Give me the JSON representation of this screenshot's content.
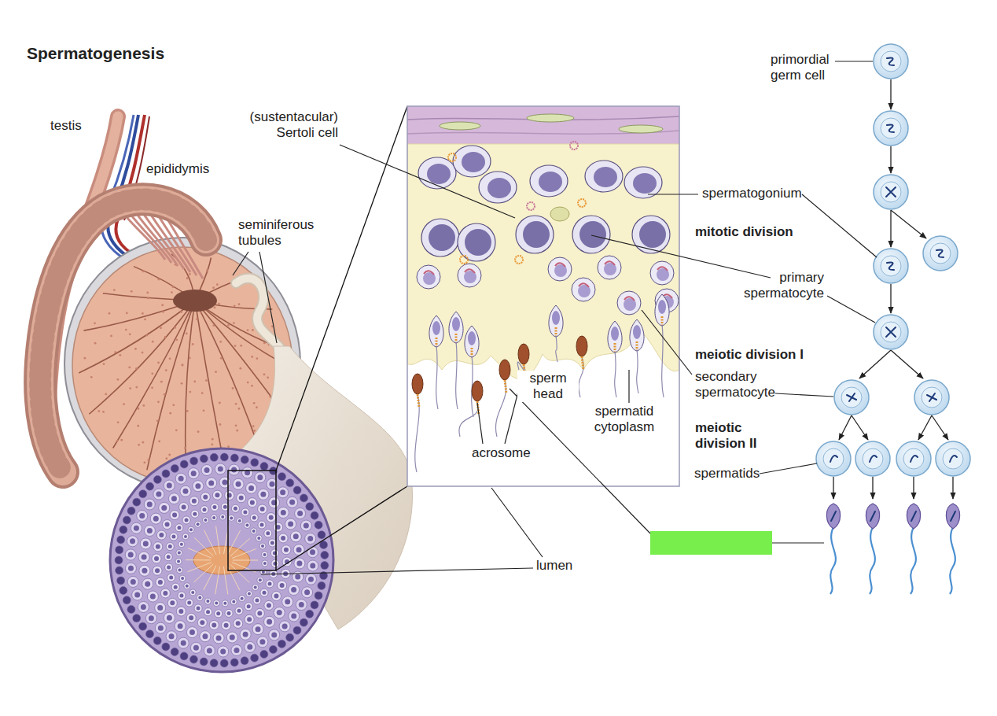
{
  "diagram": {
    "title": "Spermatogenesis",
    "labels": [
      "testis",
      "(sustentacular) Sertoli cell",
      "epididymis",
      "seminiferous tubules",
      "primordial germ cell",
      "spermatogonium",
      "mitotic division",
      "primary spermatocyte",
      "meiotic division I",
      "secondary spermatocyte",
      "sperm head",
      "spermatid cytoplasm",
      "acrosome",
      "meiotic division II",
      "spermatids",
      "lumen"
    ]
  }
}
